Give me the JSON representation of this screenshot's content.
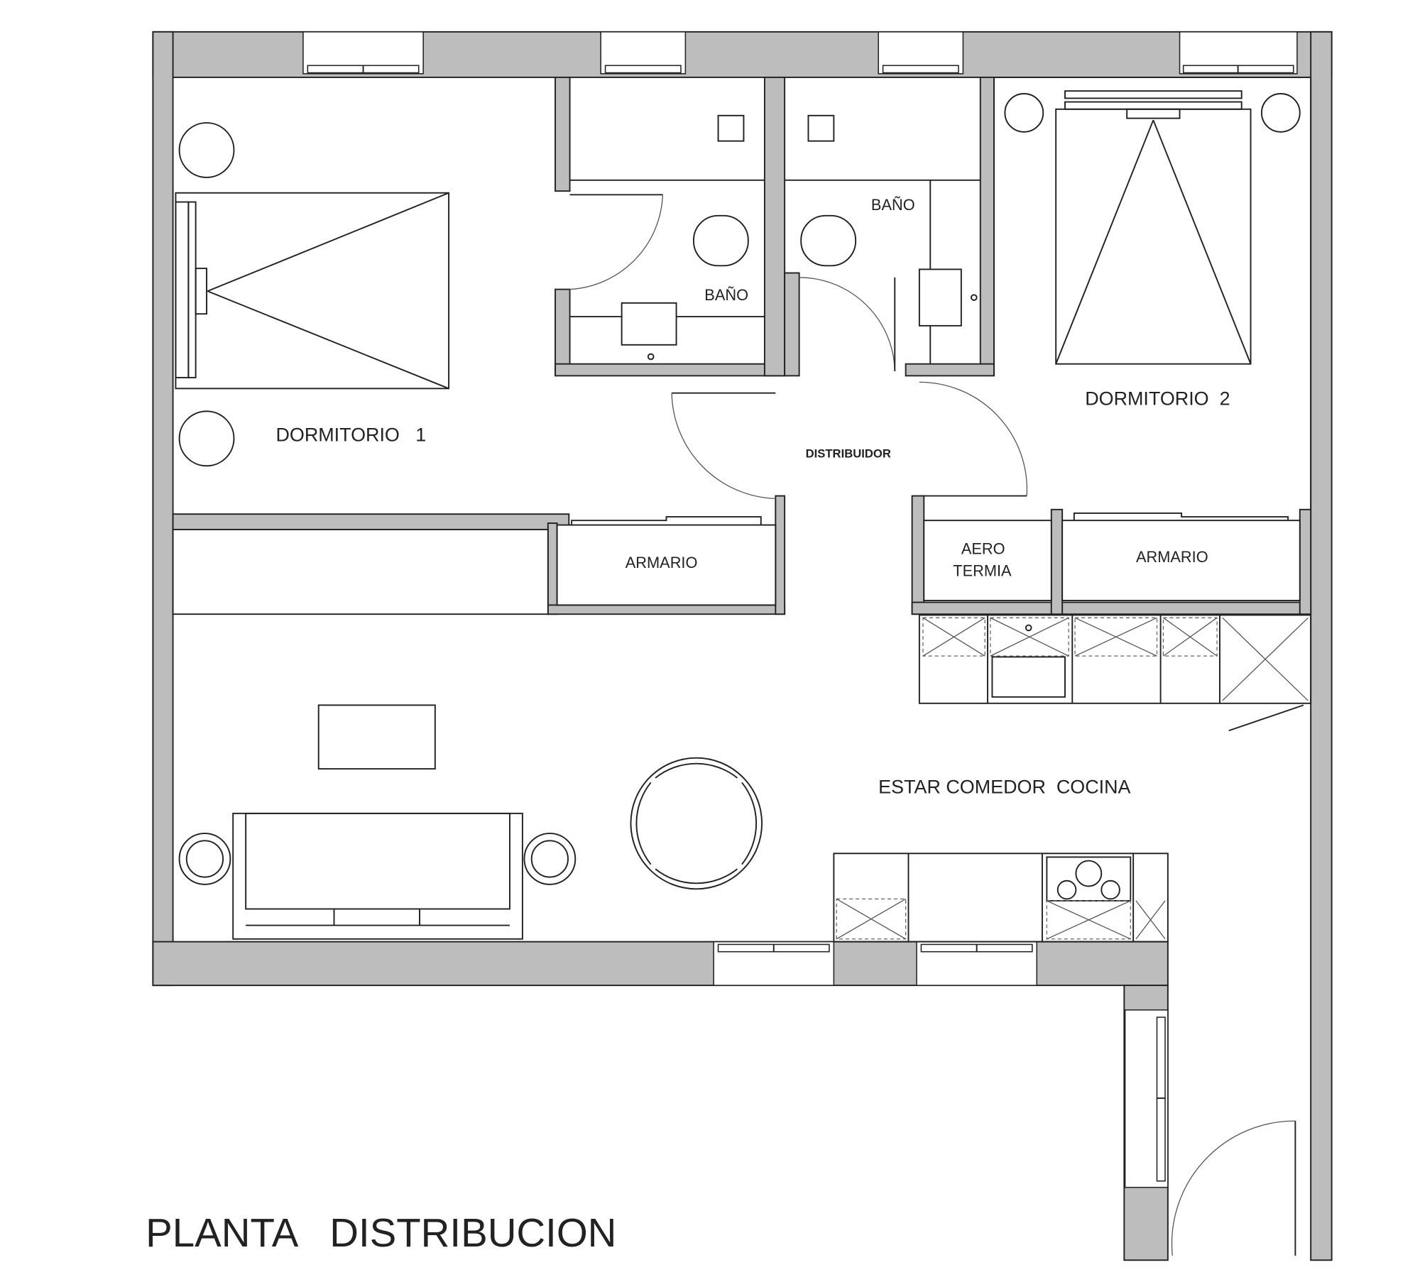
{
  "title": "PLANTA   DISTRIBUCION",
  "rooms": {
    "dormitorio1": "DORMITORIO   1",
    "dormitorio2": "DORMITORIO  2",
    "bano1": "BAÑO",
    "bano2": "BAÑO",
    "distribuidor": "DISTRIBUIDOR",
    "armario1": "ARMARIO",
    "armario2": "ARMARIO",
    "aerotermia_line1": "AERO",
    "aerotermia_line2": "TERMIA",
    "estar": "ESTAR COMEDOR  COCINA"
  },
  "colors": {
    "wall": "#bdbdbd",
    "line": "#222222"
  }
}
